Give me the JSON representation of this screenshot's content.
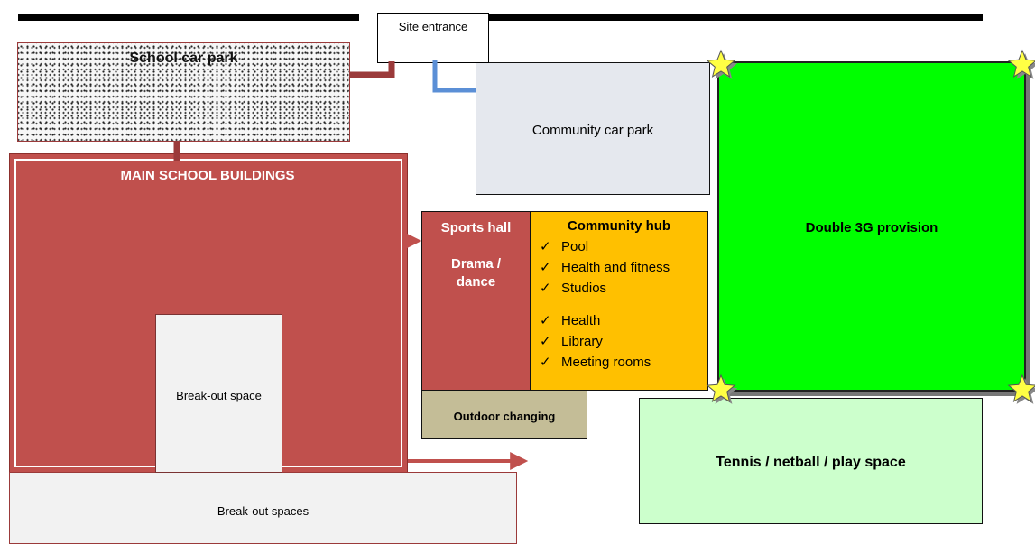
{
  "site": {
    "entrance": "Site entrance",
    "school_car_park": "School car park",
    "community_car_park": "Community  car park",
    "main_school": "MAIN SCHOOL BUILDINGS",
    "breakout_space": "Break-out space",
    "breakout_spaces": "Break-out spaces",
    "sports_hall": "Sports hall",
    "drama_line1": "Drama /",
    "drama_line2": "dance",
    "outdoor_changing": "Outdoor changing",
    "double_3g": "Double 3G provision",
    "tennis": "Tennis / netball / play space"
  },
  "community_hub": {
    "title": "Community hub",
    "group1": [
      "Pool",
      "Health and fitness",
      "Studios"
    ],
    "group2": [
      "Health",
      "Library",
      "Meeting rooms"
    ]
  },
  "colors": {
    "school_red": "#c0504d",
    "hub_orange": "#ffc000",
    "pitch_green": "#00ff00",
    "tennis_green": "#ccffcc",
    "community_path_blue": "#5b8fd6",
    "school_path_red": "#9b3a3a",
    "star_yellow": "#ffff44"
  }
}
